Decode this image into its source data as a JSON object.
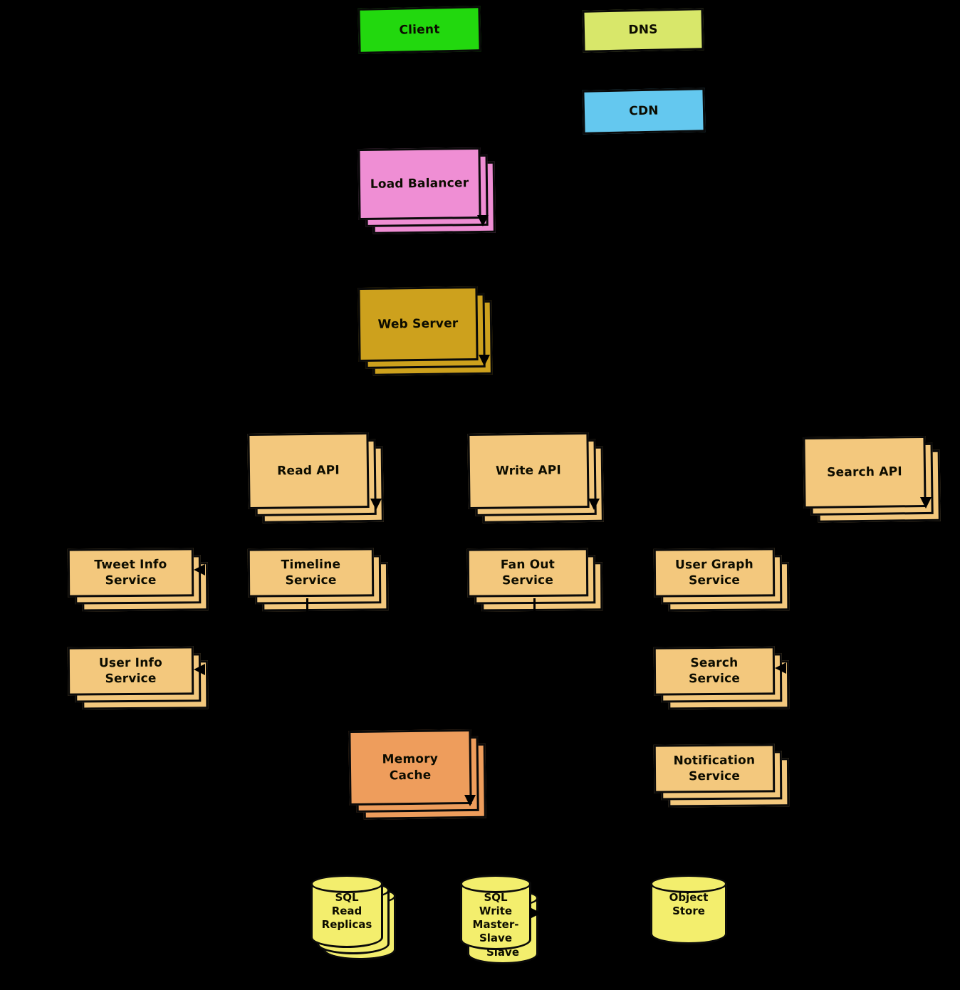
{
  "diagram": {
    "canvas_background": "#000000",
    "connector_color": "#000000",
    "nodes": {
      "client": {
        "label": "Client",
        "color": "#22d80e",
        "shape": "box",
        "instances": 1
      },
      "dns": {
        "label": "DNS",
        "color": "#d8e76a",
        "shape": "box",
        "instances": 1
      },
      "cdn": {
        "label": "CDN",
        "color": "#64c8ef",
        "shape": "box",
        "instances": 1
      },
      "load_balancer": {
        "label": "Load Balancer",
        "color": "#ef8ed4",
        "shape": "box",
        "instances": 3
      },
      "web_server": {
        "label": "Web Server",
        "color": "#cda11d",
        "shape": "box",
        "instances": 3
      },
      "read_api": {
        "label": "Read API",
        "color": "#f3c87d",
        "shape": "box",
        "instances": 3
      },
      "write_api": {
        "label": "Write API",
        "color": "#f3c87d",
        "shape": "box",
        "instances": 3
      },
      "search_api": {
        "label": "Search API",
        "color": "#f3c87d",
        "shape": "box",
        "instances": 3
      },
      "tweet_info_service": {
        "label": "Tweet Info Service",
        "color": "#f3c87d",
        "shape": "box",
        "instances": 3
      },
      "timeline_service": {
        "label": "Timeline Service",
        "color": "#f3c87d",
        "shape": "box",
        "instances": 3
      },
      "fan_out_service": {
        "label": "Fan Out Service",
        "color": "#f3c87d",
        "shape": "box",
        "instances": 3
      },
      "user_graph_service": {
        "label": "User Graph Service",
        "color": "#f3c87d",
        "shape": "box",
        "instances": 3
      },
      "user_info_service": {
        "label": "User Info Service",
        "color": "#f3c87d",
        "shape": "box",
        "instances": 3
      },
      "search_service": {
        "label": "Search Service",
        "color": "#f3c87d",
        "shape": "box",
        "instances": 3
      },
      "memory_cache": {
        "label": "Memory Cache",
        "color": "#ee9d5c",
        "shape": "box",
        "instances": 3
      },
      "notification_service": {
        "label": "Notification Service",
        "color": "#f3c87d",
        "shape": "box",
        "instances": 3
      },
      "sql_read_replicas": {
        "label": "SQL Read Replicas",
        "color": "#f3ee6d",
        "shape": "cylinder",
        "instances": 3
      },
      "sql_write_master_slave": {
        "label": "SQL Write Master-Slave",
        "color": "#f3ee6d",
        "shape": "cylinder",
        "instances": 2
      },
      "object_store": {
        "label": "Object Store",
        "color": "#f3ee6d",
        "shape": "cylinder",
        "instances": 1
      }
    }
  }
}
